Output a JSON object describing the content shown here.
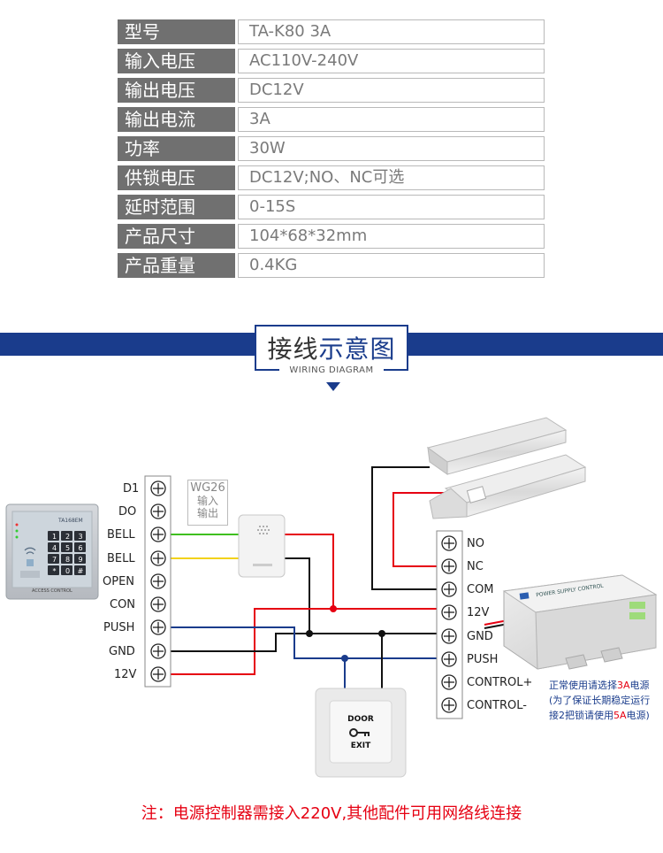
{
  "specs": [
    {
      "key": "型号",
      "value": "TA-K80  3A"
    },
    {
      "key": "输入电压",
      "value": "AC110V-240V"
    },
    {
      "key": "输出电压",
      "value": "DC12V"
    },
    {
      "key": "输出电流",
      "value": "3A"
    },
    {
      "key": "功率",
      "value": "30W"
    },
    {
      "key": "供锁电压",
      "value": "DC12V;NO、NC可选"
    },
    {
      "key": "延时范围",
      "value": "0-15S"
    },
    {
      "key": "产品尺寸",
      "value": "104*68*32mm"
    },
    {
      "key": "产品重量",
      "value": "0.4KG"
    }
  ],
  "section": {
    "title_plain": "接线",
    "title_accent": "示意图",
    "subtitle": "WIRING DIAGRAM"
  },
  "left_terminals": [
    "D1",
    "DO",
    "BELL",
    "BELL",
    "OPEN",
    "CON",
    "PUSH",
    "GND",
    "12V"
  ],
  "wg_box": {
    "title": "WG26",
    "line1": "输入",
    "line2": "输出"
  },
  "right_terminals": [
    "NO",
    "NC",
    "COM",
    "12V",
    "GND",
    "PUSH",
    "CONTROL+",
    "CONTROL-"
  ],
  "keypad": {
    "model": "TA168EM",
    "caption": "ACCESS CONTROL",
    "keys": [
      "1",
      "2",
      "3",
      "4",
      "5",
      "6",
      "7",
      "8",
      "9",
      "*",
      "0",
      "#"
    ]
  },
  "door_exit": {
    "line1": "DOOR",
    "line2": "EXIT"
  },
  "power_supply": {
    "label": "POWER SUPPLY CONTROL"
  },
  "power_note": {
    "line1_a": "正常使用请选择",
    "line1_b": "3A",
    "line1_c": "电源",
    "line2": "(为了保证长期稳定运行",
    "line3_a": "接2把锁请使用",
    "line3_b": "5A",
    "line3_c": "电源)"
  },
  "footer_note": "注：电源控制器需接入220V,其他配件可用网络线连接",
  "colors": {
    "accent": "#1a3c8c",
    "red": "#e60012",
    "wire_red": "#e60012",
    "wire_black": "#111111",
    "wire_blue": "#1a3c8c",
    "wire_green": "#3fbf1f",
    "wire_yellow": "#f2d21b"
  }
}
